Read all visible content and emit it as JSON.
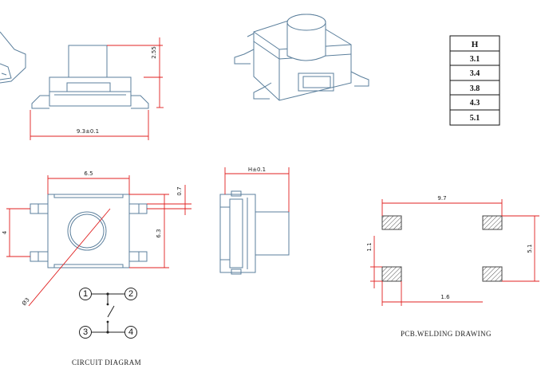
{
  "height_table": {
    "header": "H",
    "values": [
      "3.1",
      "3.4",
      "3.8",
      "4.3",
      "5.1"
    ]
  },
  "side_view_dims": {
    "height": "2.55",
    "width": "9.3±0.1"
  },
  "top_view_dims": {
    "body_width": "6.5",
    "pin_offset": "0.7",
    "body_height": "6.3",
    "pin_spacing": "4",
    "button_diameter": "Ø3"
  },
  "end_view_dims": {
    "height": "H±0.1"
  },
  "pcb_dims": {
    "overall_width": "9.7",
    "pad_height": "1.1",
    "pad_gap": "1.6",
    "overall_height": "5.1"
  },
  "circuit": {
    "nodes": [
      "1",
      "2",
      "3",
      "4"
    ],
    "caption": "CIRCUIT DIAGRAM"
  },
  "pcb_caption": "PCB.WELDING DRAWING",
  "colors": {
    "outline": "#5b7f9c",
    "dimension": "#e02020",
    "text": "#222222"
  }
}
